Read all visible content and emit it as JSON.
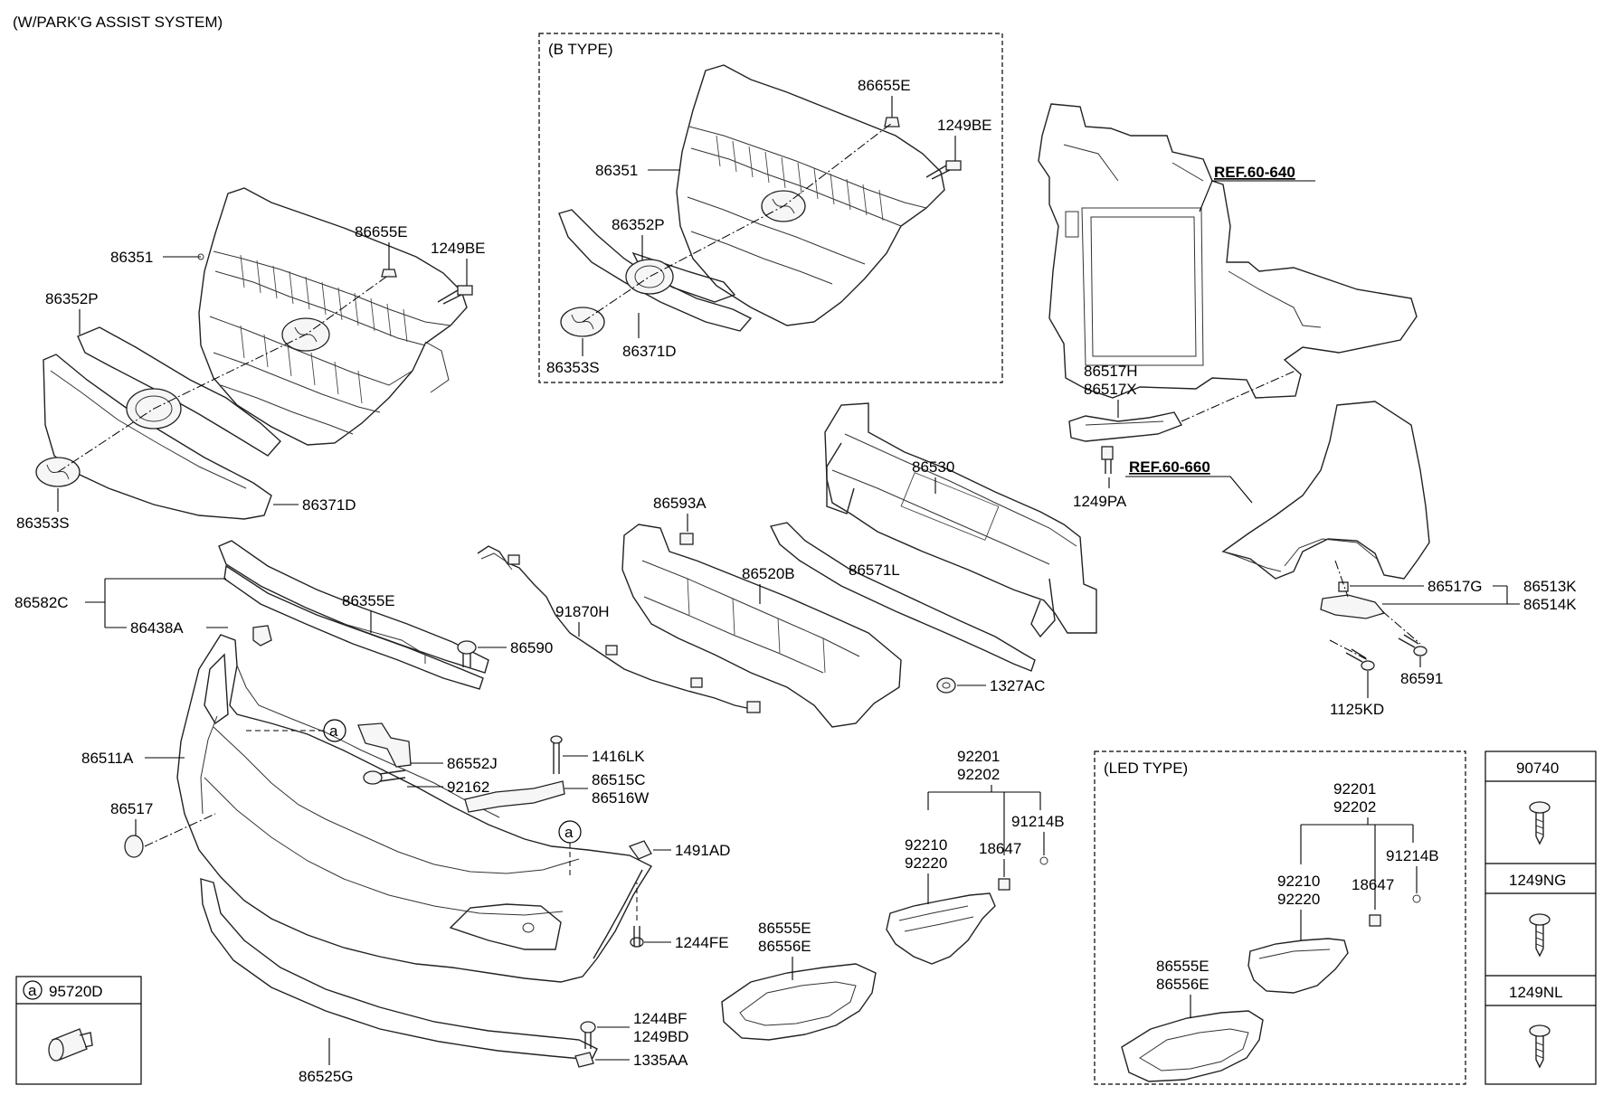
{
  "header": {
    "system": "(W/PARK'G ASSIST SYSTEM)"
  },
  "sections": {
    "b_type": "(B TYPE)",
    "led_type": "(LED TYPE)"
  },
  "refs": {
    "ref_640": "REF.60-640",
    "ref_660": "REF.60-660"
  },
  "legend": {
    "marker": "a",
    "part": "95720D"
  },
  "fasteners": [
    "90740",
    "1249NG",
    "1249NL"
  ],
  "labels": {
    "l_86351": "86351",
    "l_86655E": "86655E",
    "l_1249BE": "1249BE",
    "l_86352P": "86352P",
    "l_86353S": "86353S",
    "l_86371D": "86371D",
    "b_86655E": "86655E",
    "b_1249BE": "1249BE",
    "b_86351": "86351",
    "b_86352P": "86352P",
    "b_86371D": "86371D",
    "b_86353S": "86353S",
    "l_86517H": "86517H",
    "l_86517X": "86517X",
    "l_1249PA": "1249PA",
    "l_86530": "86530",
    "l_86593A": "86593A",
    "l_86520B": "86520B",
    "l_86571L": "86571L",
    "l_91870H": "91870H",
    "l_86582C": "86582C",
    "l_86355E": "86355E",
    "l_86438A": "86438A",
    "l_86590": "86590",
    "l_1327AC": "1327AC",
    "l_86517G": "86517G",
    "l_86513K": "86513K",
    "l_86514K": "86514K",
    "l_86591": "86591",
    "l_1125KD": "1125KD",
    "l_86511A": "86511A",
    "l_86552J": "86552J",
    "l_92162": "92162",
    "l_1416LK": "1416LK",
    "l_86515C": "86515C",
    "l_86516W": "86516W",
    "l_86517": "86517",
    "l_1491AD": "1491AD",
    "l_1244FE": "1244FE",
    "l_1244BF": "1244BF",
    "l_1249BD": "1249BD",
    "l_1335AA": "1335AA",
    "l_86525G": "86525G",
    "l_86555E": "86555E",
    "l_86556E": "86556E",
    "l_92201": "92201",
    "l_92202": "92202",
    "l_92210": "92210",
    "l_92220": "92220",
    "l_18647": "18647",
    "l_91214B": "91214B",
    "e_92201": "92201",
    "e_92202": "92202",
    "e_92210": "92210",
    "e_92220": "92220",
    "e_18647": "18647",
    "e_91214B": "91214B",
    "e_86555E": "86555E",
    "e_86556E": "86556E"
  },
  "markers": {
    "m1": "a",
    "m2": "a"
  }
}
